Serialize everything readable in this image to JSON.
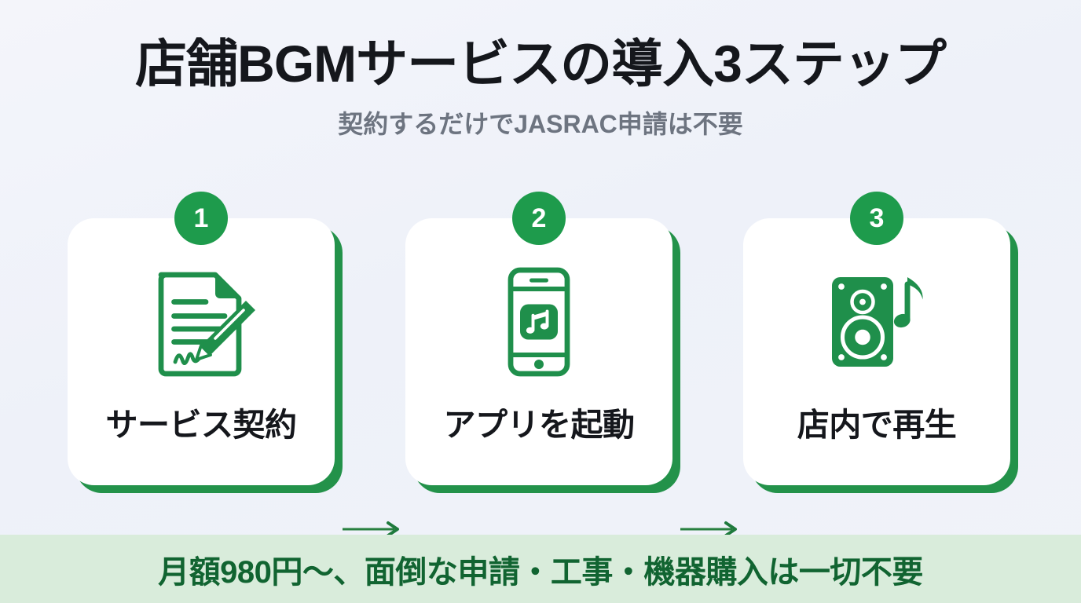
{
  "header": {
    "title": "店舗BGMサービスの導入3ステップ",
    "subtitle": "契約するだけでJASRAC申請は不要"
  },
  "steps": [
    {
      "badge": "1",
      "label": "サービス契約",
      "icon": "contract-document-pen-icon"
    },
    {
      "badge": "2",
      "label": "アプリを起動",
      "icon": "smartphone-music-app-icon"
    },
    {
      "badge": "3",
      "label": "店内で再生",
      "icon": "speaker-music-note-icon"
    }
  ],
  "connectors": [
    {
      "name": "arrow-step1-to-step2",
      "icon": "arrow-right-icon"
    },
    {
      "name": "arrow-step2-to-step3",
      "icon": "arrow-right-icon"
    }
  ],
  "banner": {
    "text": "月額980円〜、面倒な申請・工事・機器購入は一切不要"
  },
  "colors": {
    "brand_green": "#1e9b4c",
    "shadow_green": "#23924a",
    "icon_green": "#1f8f4b",
    "banner_bg": "#d9ecdb",
    "banner_text": "#116431",
    "title_text": "#15171c",
    "subtitle_text": "#6d7480",
    "card_bg": "#ffffff",
    "page_bg": "#f0f3f9"
  }
}
